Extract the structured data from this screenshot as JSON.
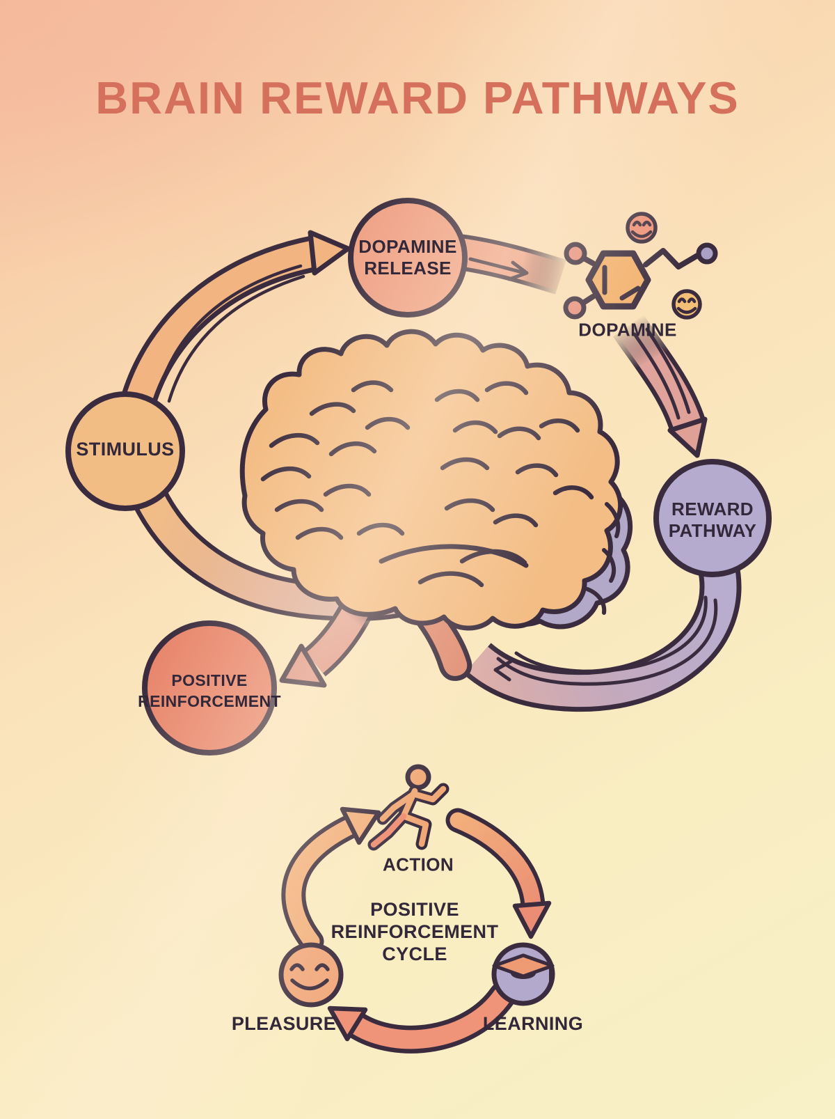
{
  "title": "BRAIN REWARD PATHWAYS",
  "palette": {
    "background_top": "#f4bc9c",
    "background_bottom": "#f8f0c6",
    "outline": "#3a2c3e",
    "title_color": "#d4705b",
    "text_dark": "#332839",
    "stimulus_fill": "#f2bd85",
    "dopamine_release_fill": "#efa286",
    "reward_pathway_fill": "#b5abcf",
    "positive_reinforcement_fill": "#e8866c",
    "brain_front_fill": "#f3bd85",
    "brain_mid_fill": "#eb947a",
    "brain_cerebellum_fill": "#b2a9c9",
    "brainstem_fill": "#e08f75",
    "molecule_ring_fill": "#f2b16d",
    "molecule_node_salmon": "#e7907e",
    "molecule_node_purple": "#aaa0c6",
    "smiley_salmon_fill": "#ee8f77",
    "smiley_yellow_fill": "#f3be75",
    "runner_fill": "#f0a876",
    "pleasure_fill": "#f1a87c",
    "learning_fill": "#b3a9cc",
    "graduation_cap_fill": "#ee9a72",
    "arc_orange": "#f2b17d",
    "arc_salmon": "#ef9479"
  },
  "nodes": {
    "stimulus": {
      "label": "STIMULUS"
    },
    "dopamine_release": {
      "lines": [
        "DOPAMINE",
        "RELEASE"
      ]
    },
    "reward_pathway": {
      "lines": [
        "REWARD",
        "PATHWAY"
      ]
    },
    "positive_reinforcement": {
      "lines": [
        "POSITIVE",
        "REINFORCEMENT"
      ]
    },
    "dopamine_molecule": {
      "label": "DOPAMINE",
      "icon": "dopamine-molecule-icon"
    }
  },
  "cycle": {
    "heading_lines": [
      "POSITIVE",
      "REINFORCEMENT",
      "CYCLE"
    ],
    "steps": {
      "action": {
        "label": "ACTION",
        "icon": "runner-icon"
      },
      "learning": {
        "label": "LEARNING",
        "icon": "graduation-cap-icon"
      },
      "pleasure": {
        "label": "PLEASURE",
        "icon": "smiley-face-icon"
      }
    }
  }
}
